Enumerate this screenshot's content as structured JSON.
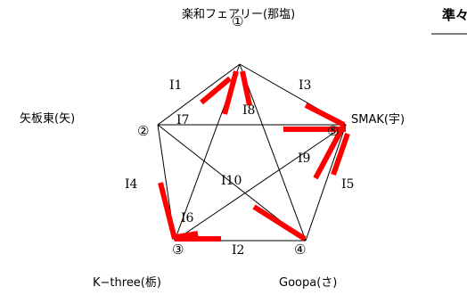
{
  "header": {
    "title": "準々"
  },
  "nodes": [
    {
      "id": "1",
      "mark": "①",
      "team": "楽和フェアリー(那塩)"
    },
    {
      "id": "2",
      "mark": "②",
      "team": "矢板東(矢)"
    },
    {
      "id": "3",
      "mark": "③",
      "team": "K−three(栃)"
    },
    {
      "id": "4",
      "mark": "④",
      "team": "Goopa(さ)"
    },
    {
      "id": "5",
      "mark": "⑤",
      "team": "SMAK(宇)"
    }
  ],
  "edges": [
    {
      "label": "I1",
      "from": "1",
      "to": "2"
    },
    {
      "label": "I3",
      "from": "1",
      "to": "5"
    },
    {
      "label": "I8",
      "from": "1",
      "to": "4"
    },
    {
      "label": "I7",
      "from": "2",
      "to": "5"
    },
    {
      "label": "I4",
      "from": "2",
      "to": "3"
    },
    {
      "label": "I10",
      "from": "2",
      "to": "4"
    },
    {
      "label": "I6",
      "from": "1",
      "to": "3"
    },
    {
      "label": "I9",
      "from": "3",
      "to": "5"
    },
    {
      "label": "I5",
      "from": "4",
      "to": "5"
    },
    {
      "label": "I2",
      "from": "3",
      "to": "4"
    }
  ],
  "colors": {
    "line": "#000000",
    "highlight": "#ff0000"
  }
}
